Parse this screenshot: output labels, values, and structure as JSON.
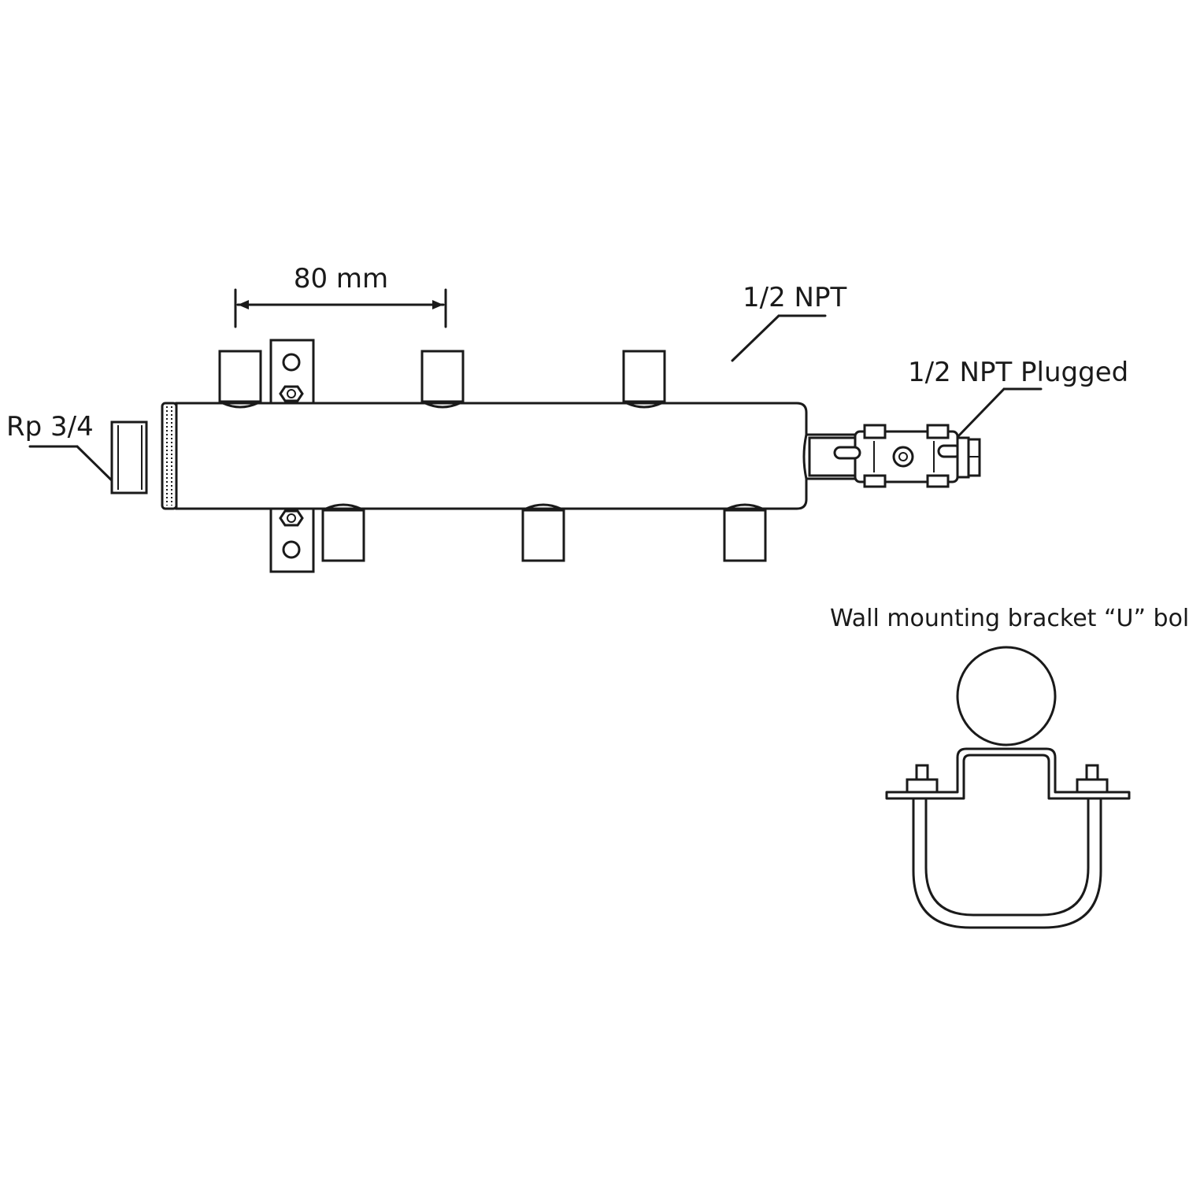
{
  "labels": {
    "dimension": "80 mm",
    "outlet_thread": "1/2 NPT",
    "end_plug": "1/2 NPT Plugged",
    "inlet_thread": "Rp 3/4",
    "bracket_caption": "Wall mounting bracket “U” bolt"
  },
  "colors": {
    "line": "#1a1a1a",
    "background": "#ffffff"
  }
}
